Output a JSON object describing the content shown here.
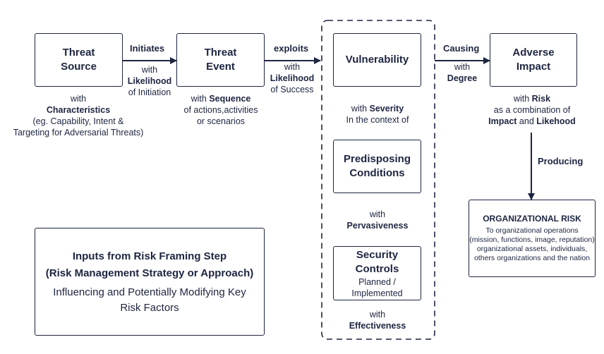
{
  "nodes": {
    "threat_source": {
      "line1": "Threat",
      "line2": "Source"
    },
    "threat_event": {
      "line1": "Threat",
      "line2": "Event"
    },
    "vulnerability": {
      "label": "Vulnerability"
    },
    "adverse_impact": {
      "line1": "Adverse",
      "line2": "Impact"
    },
    "predisposing": {
      "line1": "Predisposing",
      "line2": "Conditions"
    },
    "security_controls": {
      "line1": "Security",
      "line2": "Controls",
      "sub1": "Planned /",
      "sub2": "Implemented"
    },
    "org_risk": {
      "title": "ORGANIZATIONAL RISK",
      "line1": "To organizational operations",
      "line2": "(mission, functions, image, reputation)",
      "line3": "organizational assets, individuals,",
      "line4": "others organizations and the nation"
    },
    "risk_framing": {
      "line1": "Inputs from Risk Framing Step",
      "line2": "(Risk Management Strategy or Approach)",
      "line3": "Influencing and Potentially Modifying Key",
      "line4": "Risk Factors"
    }
  },
  "edges": {
    "initiates": {
      "label": "Initiates",
      "with": "with",
      "bold": "Likelihood",
      "rest": "of Initiation"
    },
    "exploits": {
      "label": "exploits",
      "with": "with",
      "bold": "Likelihood",
      "rest": "of Success"
    },
    "causing": {
      "label": "Causing",
      "with": "with",
      "bold": "Degree"
    },
    "producing": {
      "label": "Producing"
    }
  },
  "annotations": {
    "source": {
      "with": "with",
      "bold": "Characteristics",
      "line3": "(eg. Capability, Intent &",
      "line4": "Targeting for Adversarial Threats)"
    },
    "event": {
      "with": "with ",
      "bold": "Sequence",
      "line2": "of actions,activities",
      "line3": "or scenarios"
    },
    "vuln": {
      "with": "with ",
      "bold": "Severity",
      "line2": "In the context of"
    },
    "predisposing": {
      "with": "with",
      "bold": "Pervasiveness"
    },
    "controls": {
      "with": "with",
      "bold": "Effectiveness"
    },
    "impact": {
      "with": "with ",
      "bold": "Risk",
      "line2": "as a combination of",
      "bold2": "Impact",
      "and": " and ",
      "bold3": "Likehood"
    }
  }
}
